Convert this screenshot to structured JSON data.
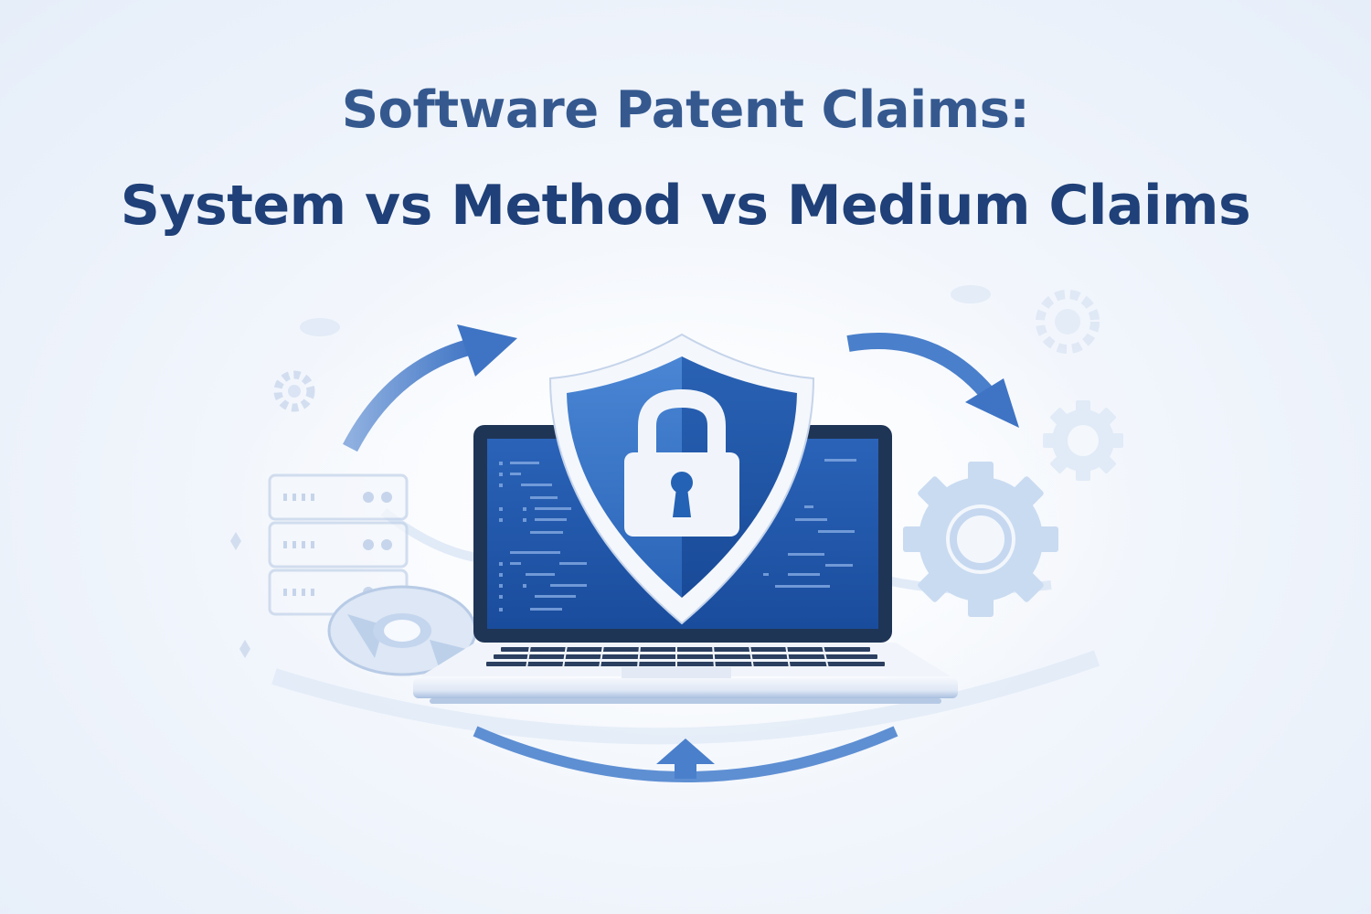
{
  "title": {
    "line1": "Software Patent Claims:",
    "line2": "System vs Method vs Medium Claims"
  },
  "illustration": {
    "center": "laptop-with-shield-and-padlock",
    "left_elements": [
      "server-rack",
      "optical-disc",
      "small-gear"
    ],
    "right_elements": [
      "large-gear",
      "small-gear",
      "faint-gear",
      "cloud"
    ],
    "arrows": [
      "arrow-up-right-top-left",
      "arrow-down-right-top-right",
      "arrow-up-bottom-curved"
    ]
  },
  "colors": {
    "title_primary": "#1f4078",
    "title_secondary": "#35598f",
    "shield_blue": "#2f6fc4",
    "shield_dark": "#1a4fa0",
    "arrow_blue": "#4a7fcb",
    "screen_blue": "#1e55a8",
    "laptop_bezel": "#1f3556",
    "gear_light": "#c9dbf1",
    "background": "#eef3fa"
  }
}
